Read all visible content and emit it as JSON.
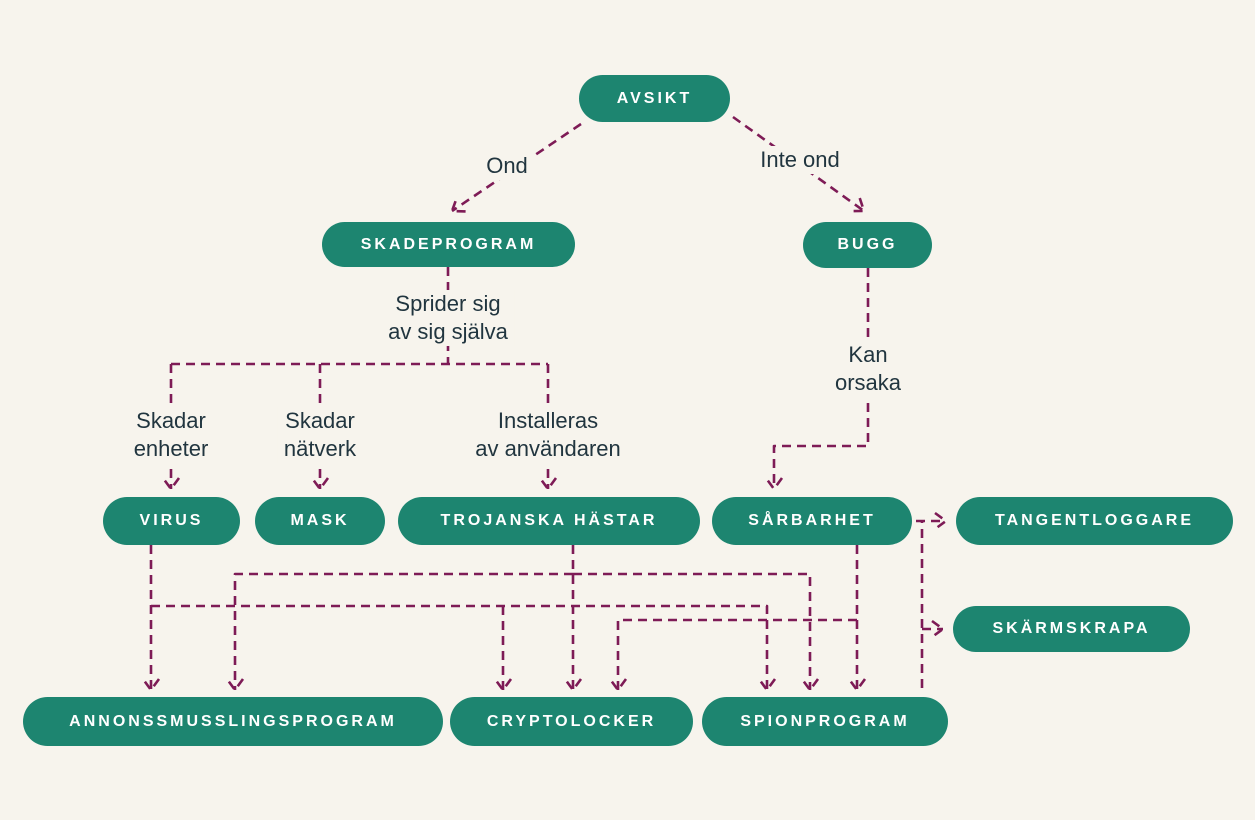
{
  "diagram": {
    "title": "Malware classification flowchart (Swedish)",
    "colors": {
      "background": "#f7f4ed",
      "node_fill": "#1d8570",
      "node_text": "#ffffff",
      "connector": "#7e1b56",
      "label_text": "#21353f"
    },
    "nodes": {
      "avsikt": {
        "label": "AVSIKT"
      },
      "skadeprogram": {
        "label": "SKADEPROGRAM"
      },
      "bugg": {
        "label": "BUGG"
      },
      "virus": {
        "label": "VIRUS"
      },
      "mask": {
        "label": "MASK"
      },
      "trojanska": {
        "label": "TROJANSKA HÄSTAR"
      },
      "sarbarhet": {
        "label": "SÅRBARHET"
      },
      "tangentloggare": {
        "label": "TANGENTLOGGARE"
      },
      "skarmskrapa": {
        "label": "SKÄRMSKRAPA"
      },
      "annonssmusslingsprogram": {
        "label": "ANNONSSMUSSLINGSPROGRAM"
      },
      "cryptolocker": {
        "label": "CRYPTOLOCKER"
      },
      "spionprogram": {
        "label": "SPIONPROGRAM"
      }
    },
    "edge_labels": {
      "ond": "Ond",
      "inte_ond": "Inte ond",
      "sprider": "Sprider sig\nav sig själva",
      "kan_orsaka": "Kan\norsaka",
      "skadar_enheter": "Skadar\nenheter",
      "skadar_natverk": "Skadar\nnätverk",
      "installeras": "Installeras\nav användaren"
    },
    "edges": [
      {
        "from": "AVSIKT",
        "to": "SKADEPROGRAM",
        "label": "Ond"
      },
      {
        "from": "AVSIKT",
        "to": "BUGG",
        "label": "Inte ond"
      },
      {
        "from": "SKADEPROGRAM",
        "to": "VIRUS",
        "label": "Sprider sig av sig själva / Skadar enheter"
      },
      {
        "from": "SKADEPROGRAM",
        "to": "MASK",
        "label": "Sprider sig av sig själva / Skadar nätverk"
      },
      {
        "from": "SKADEPROGRAM",
        "to": "TROJANSKA HÄSTAR",
        "label": "Sprider sig av sig själva / Installeras av användaren"
      },
      {
        "from": "BUGG",
        "to": "SÅRBARHET",
        "label": "Kan orsaka"
      },
      {
        "from": "VIRUS",
        "to": "ANNONSSMUSSLINGSPROGRAM",
        "label": ""
      },
      {
        "from": "VIRUS",
        "to": "CRYPTOLOCKER",
        "label": ""
      },
      {
        "from": "VIRUS",
        "to": "SPIONPROGRAM",
        "label": ""
      },
      {
        "from": "TROJANSKA HÄSTAR",
        "to": "ANNONSSMUSSLINGSPROGRAM",
        "label": ""
      },
      {
        "from": "TROJANSKA HÄSTAR",
        "to": "CRYPTOLOCKER",
        "label": ""
      },
      {
        "from": "TROJANSKA HÄSTAR",
        "to": "SPIONPROGRAM",
        "label": ""
      },
      {
        "from": "SÅRBARHET",
        "to": "CRYPTOLOCKER",
        "label": ""
      },
      {
        "from": "SÅRBARHET",
        "to": "SPIONPROGRAM",
        "label": ""
      },
      {
        "from": "SPIONPROGRAM",
        "to": "TANGENTLOGGARE",
        "label": ""
      },
      {
        "from": "SPIONPROGRAM",
        "to": "SKÄRMSKRAPA",
        "label": ""
      }
    ]
  }
}
